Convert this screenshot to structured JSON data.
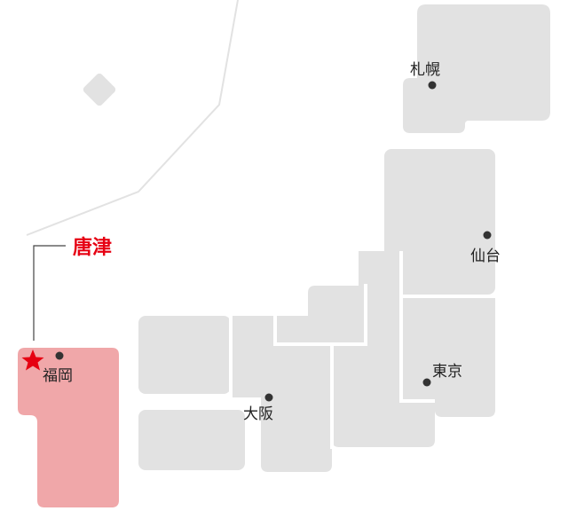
{
  "highlight": {
    "label": "唐津",
    "color": "#e60012"
  },
  "cities": {
    "sapporo": "札幌",
    "sendai": "仙台",
    "tokyo": "東京",
    "osaka": "大阪",
    "fukuoka": "福岡"
  },
  "colors": {
    "region": "#e2e2e2",
    "highlight_region": "#f0a7a9",
    "marker": "#e60012"
  },
  "icons": {
    "marker": "star-icon",
    "city": "dot-icon"
  }
}
